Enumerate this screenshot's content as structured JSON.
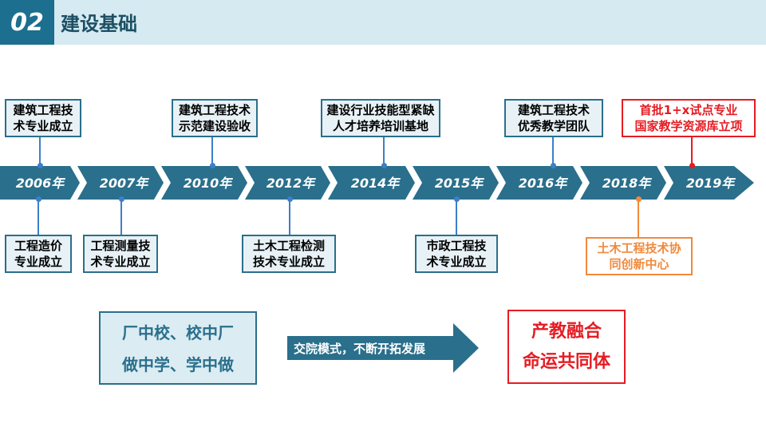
{
  "header": {
    "number": "02",
    "title": "建设基础"
  },
  "years": [
    "2006年",
    "2007年",
    "2010年",
    "2012年",
    "2014年",
    "2015年",
    "2016年",
    "2018年",
    "2019年"
  ],
  "top_events": [
    {
      "line1": "建筑工程技",
      "line2": "术专业成立",
      "style": "normal"
    },
    {
      "line1": "建筑工程技术",
      "line2": "示范建设验收",
      "style": "normal"
    },
    {
      "line1": "建设行业技能型紧缺",
      "line2": "人才培养培训基地",
      "style": "normal"
    },
    {
      "line1": "建筑工程技术",
      "line2": "优秀教学团队",
      "style": "normal"
    },
    {
      "line1": "首批1+x试点专业",
      "line2": "国家教学资源库立项",
      "style": "red"
    }
  ],
  "bottom_events": [
    {
      "line1": "工程造价",
      "line2": "专业成立",
      "style": "normal"
    },
    {
      "line1": "工程测量技",
      "line2": "术专业成立",
      "style": "normal"
    },
    {
      "line1": "土木工程检测",
      "line2": "技术专业成立",
      "style": "normal"
    },
    {
      "line1": "市政工程技",
      "line2": "术专业成立",
      "style": "normal"
    },
    {
      "line1": "土木工程技术协",
      "line2": "同创新中心",
      "style": "orange"
    }
  ],
  "summary": {
    "left_line1": "厂中校、校中厂",
    "left_line2": "做中学、学中做",
    "arrow_text": "交院模式，不断开拓发展",
    "right_line1": "产教融合",
    "right_line2": "命运共同体"
  },
  "colors": {
    "band": "#2a6f8c",
    "badge": "#1c6f8e",
    "connector": "#3d7fc6",
    "red": "#e51c23",
    "orange": "#f08a3c"
  }
}
